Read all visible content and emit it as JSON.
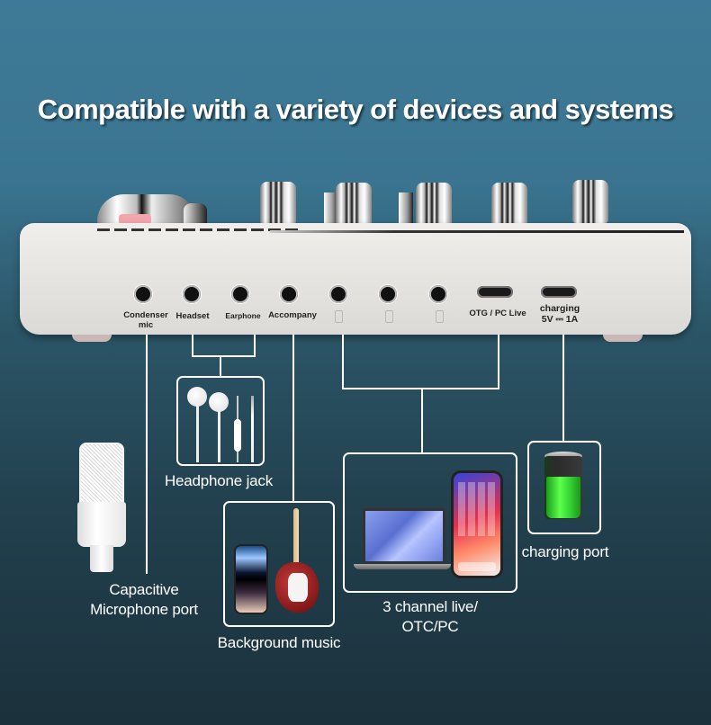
{
  "header": {
    "title": "Compatible with a variety of devices and systems"
  },
  "device": {
    "ports": [
      {
        "label": "Condenser\nmic",
        "label_line1": "Condenser",
        "label_line2": "mic",
        "type": "3.5mm-jack"
      },
      {
        "label": "Headset",
        "type": "3.5mm-jack"
      },
      {
        "label": "Earphone",
        "type": "3.5mm-jack"
      },
      {
        "label": "Accompany",
        "type": "3.5mm-jack"
      },
      {
        "label": "",
        "icon": "phone-icon",
        "type": "3.5mm-jack"
      },
      {
        "label": "",
        "icon": "phone-icon",
        "type": "3.5mm-jack"
      },
      {
        "label": "",
        "icon": "phone-icon",
        "type": "3.5mm-jack"
      },
      {
        "label": "OTG / PC Live",
        "type": "usb-c"
      },
      {
        "label_line1": "charging",
        "label_line2": "5V ⎓ 1A",
        "type": "usb-c"
      }
    ]
  },
  "callouts": {
    "microphone": {
      "caption_line1": "Capacitive",
      "caption_line2": "Microphone port",
      "icon": "condenser-microphone-icon"
    },
    "headphone": {
      "caption": "Headphone jack",
      "icon": "earphones-icon"
    },
    "background_music": {
      "caption": "Background music",
      "icons": [
        "smartphone-icon",
        "electric-guitar-icon"
      ]
    },
    "live": {
      "caption_line1": "3 channel live/",
      "caption_line2": "OTC/PC",
      "icons": [
        "laptop-icon",
        "smartphone-icon"
      ]
    },
    "charging": {
      "caption": "charging port",
      "icon": "battery-charging-icon"
    }
  },
  "colors": {
    "bg_top": "#3e7a97",
    "bg_bottom": "#1b313c",
    "line": "#ffffff",
    "battery_green": "#3fe23a",
    "device_body": "#ebe9e5"
  }
}
